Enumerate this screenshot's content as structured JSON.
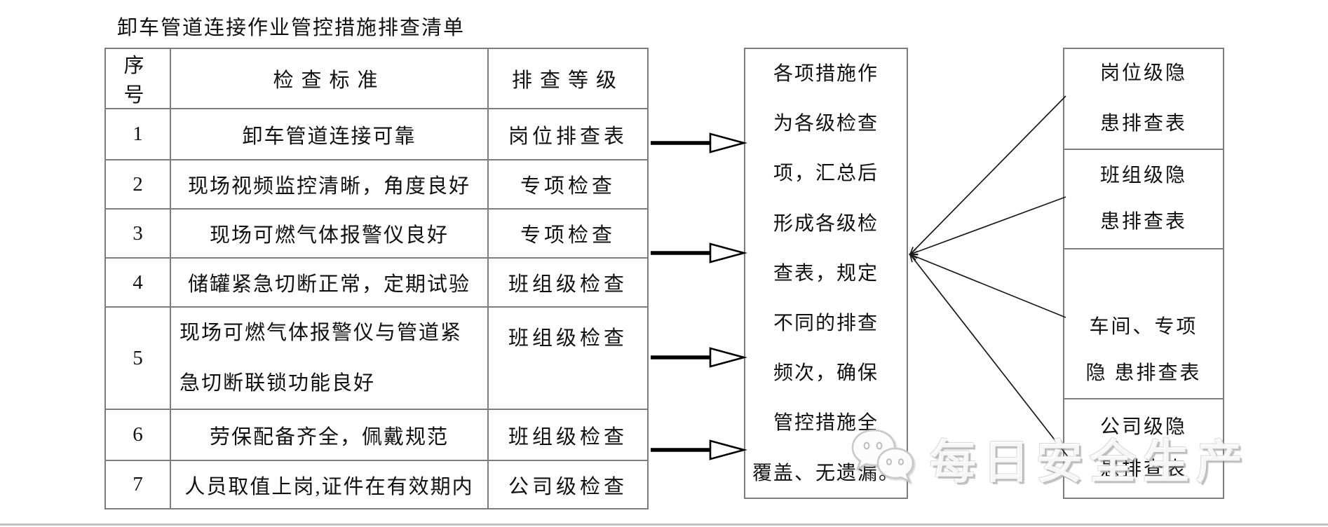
{
  "title": "卸车管道连接作业管控措施排查清单",
  "colors": {
    "background": "#ffffff",
    "text": "#111111",
    "table_border": "#7d7d7d",
    "arrow": "#000000",
    "watermark_gray": "#c8c8c8"
  },
  "table": {
    "headers": [
      "序号",
      "检查标准",
      "排查等级"
    ],
    "rows": [
      {
        "no": "1",
        "standard": "卸车管道连接可靠",
        "level": "岗位排查表"
      },
      {
        "no": "2",
        "standard": "现场视频监控清晰，角度良好",
        "level": "专项检查"
      },
      {
        "no": "3",
        "standard": "现场可燃气体报警仪良好",
        "level": "专项检查"
      },
      {
        "no": "4",
        "standard": "储罐紧急切断正常，定期试验",
        "level": "班组级检查"
      },
      {
        "no": "5",
        "standard_line1": "现场可燃气体报警仪与管道紧",
        "standard_line2": "急切断联锁功能良好",
        "level": "班组级检查"
      },
      {
        "no": "6",
        "standard": "劳保配备齐全，佩戴规范",
        "level": "班组级检查"
      },
      {
        "no": "7",
        "standard": "人员取值上岗,证件在有效期内",
        "level": "公司级检查"
      }
    ]
  },
  "summary": {
    "lines": [
      "各项措施作",
      "为各级检查",
      "项，汇总后",
      "形成各级检",
      "查表，规定",
      "不同的排查",
      "频次，确保",
      "管控措施全",
      "覆盖、无遗漏。"
    ]
  },
  "outputs": [
    {
      "lines": [
        "岗位级隐",
        "患排查表"
      ]
    },
    {
      "lines": [
        "班组级隐",
        "患排查表"
      ]
    },
    {
      "lines": [
        "车间、专项",
        "隐 患排查表"
      ]
    },
    {
      "lines": [
        "公司级隐",
        "患排查表"
      ]
    }
  ],
  "flow": {
    "right_arrow_count": 4,
    "fan_branch_count": 4
  },
  "watermark": {
    "text": "每日安全生产",
    "icon": "wechat-chat-bubbles-icon"
  }
}
